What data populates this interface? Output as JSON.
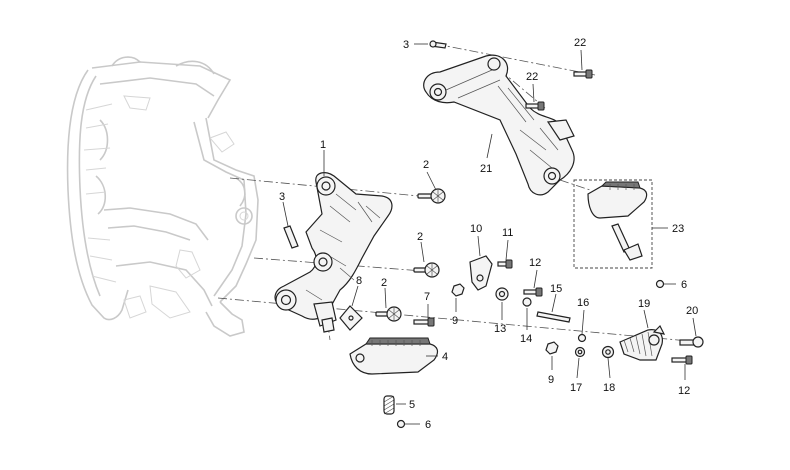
{
  "callouts": [
    {
      "id": "c1",
      "text": "1"
    },
    {
      "id": "c2a",
      "text": "2"
    },
    {
      "id": "c2b",
      "text": "2"
    },
    {
      "id": "c2c",
      "text": "2"
    },
    {
      "id": "c3a",
      "text": "3"
    },
    {
      "id": "c3b",
      "text": "3"
    },
    {
      "id": "c4",
      "text": "4"
    },
    {
      "id": "c5",
      "text": "5"
    },
    {
      "id": "c6a",
      "text": "6"
    },
    {
      "id": "c6b",
      "text": "6"
    },
    {
      "id": "c7",
      "text": "7"
    },
    {
      "id": "c8",
      "text": "8"
    },
    {
      "id": "c9a",
      "text": "9"
    },
    {
      "id": "c9b",
      "text": "9"
    },
    {
      "id": "c10",
      "text": "10"
    },
    {
      "id": "c11",
      "text": "11"
    },
    {
      "id": "c12a",
      "text": "12"
    },
    {
      "id": "c12b",
      "text": "12"
    },
    {
      "id": "c13",
      "text": "13"
    },
    {
      "id": "c14",
      "text": "14"
    },
    {
      "id": "c15",
      "text": "15"
    },
    {
      "id": "c16",
      "text": "16"
    },
    {
      "id": "c17",
      "text": "17"
    },
    {
      "id": "c18",
      "text": "18"
    },
    {
      "id": "c19",
      "text": "19"
    },
    {
      "id": "c20",
      "text": "20"
    },
    {
      "id": "c21",
      "text": "21"
    },
    {
      "id": "c22a",
      "text": "22"
    },
    {
      "id": "c22b",
      "text": "22"
    },
    {
      "id": "c23",
      "text": "23"
    }
  ]
}
